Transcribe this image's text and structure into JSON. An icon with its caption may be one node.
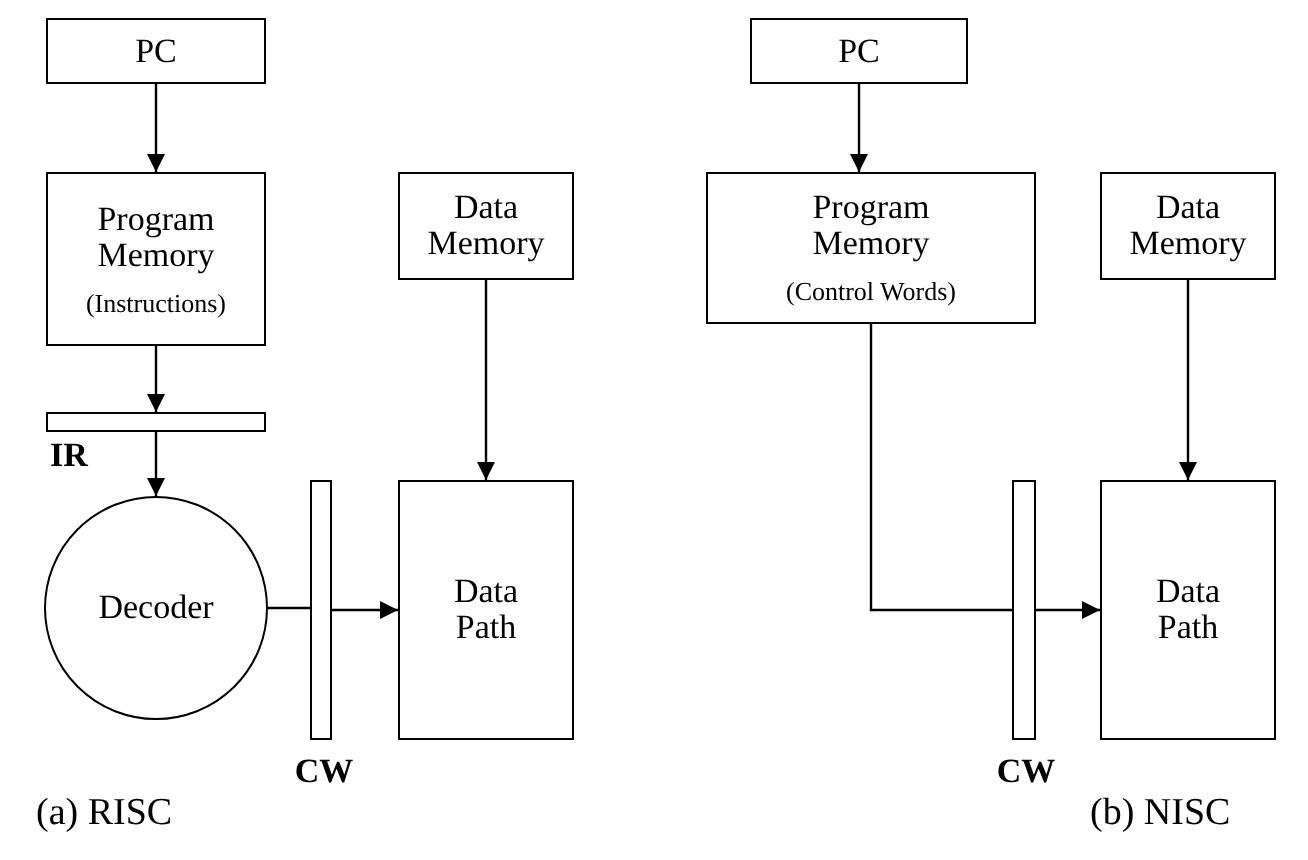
{
  "diagram": {
    "nodes": [
      {
        "text": [
          "PC"
        ]
      },
      {
        "text": [
          "Program Memory",
          "(Instructions)"
        ]
      },
      {
        "text": [],
        "shape": "bar",
        "beside": [
          "IR"
        ]
      },
      {
        "text": [
          "Decoder"
        ]
      },
      {
        "text": [],
        "shape": "bar",
        "beside": [
          "CW"
        ]
      },
      {
        "text": [
          "Data Memory"
        ]
      },
      {
        "text": [
          "Data Path"
        ]
      },
      {
        "text": [
          "PC"
        ]
      },
      {
        "text": [
          "Program Memory",
          "(Control Words)"
        ]
      },
      {
        "text": [
          "Data Memory"
        ]
      },
      {
        "text": [],
        "shape": "bar",
        "beside": [
          "CW"
        ]
      },
      {
        "text": [
          "Data Path"
        ]
      }
    ],
    "edges": [
      {
        "from": 0,
        "to": 1,
        "arrow": "to"
      },
      {
        "from": 1,
        "to": 2,
        "arrow": "to"
      },
      {
        "from": 2,
        "to": 3,
        "arrow": "to"
      },
      {
        "from": 3,
        "to": 4,
        "arrow": "none"
      },
      {
        "from": 4,
        "to": 6,
        "arrow": "to"
      },
      {
        "from": 5,
        "to": 6,
        "arrow": "to"
      },
      {
        "from": 7,
        "to": 8,
        "arrow": "to"
      },
      {
        "from": 8,
        "to": 10,
        "arrow": "none"
      },
      {
        "from": 10,
        "to": 11,
        "arrow": "to"
      },
      {
        "from": 9,
        "to": 11,
        "arrow": "to"
      }
    ],
    "labels": [
      "(a) RISC",
      "(b) NISC"
    ]
  }
}
